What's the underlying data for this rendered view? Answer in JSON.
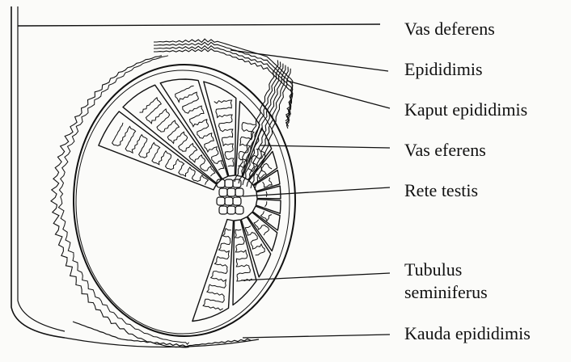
{
  "diagram": {
    "labels": {
      "vas_deferens": "Vas deferens",
      "epididimis": "Epididimis",
      "kaput_epididimis": "Kaput epididimis",
      "vas_eferens": "Vas eferens",
      "rete_testis": "Rete testis",
      "tubulus_line1": "Tubulus",
      "tubulus_line2": "seminiferus",
      "kauda_epididimis": "Kauda epididimis"
    },
    "lobule_count": 15,
    "colors": {
      "ink": "#111111",
      "paper": "#fbfbf9"
    }
  }
}
